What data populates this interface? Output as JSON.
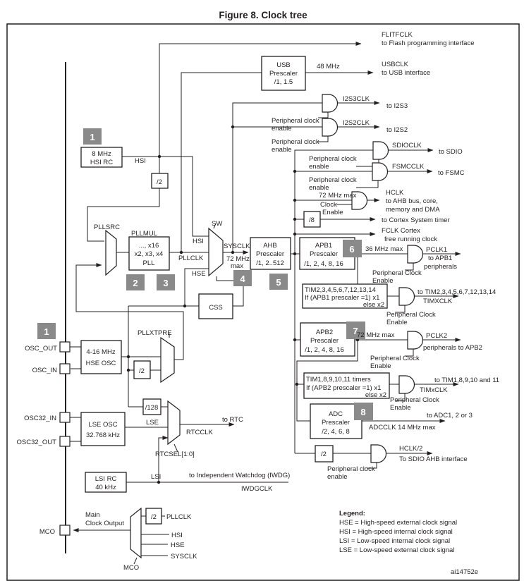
{
  "title": "Figure 8. Clock tree",
  "colors": {
    "badge_bg": "#8a8a8a",
    "badge_fg": "#ffffff",
    "line": "#231f20",
    "background": "#ffffff"
  },
  "badges": {
    "hsi": "1",
    "hse": "1",
    "n2": "2",
    "n3": "3",
    "n4": "4",
    "n5": "5",
    "n6": "6",
    "n7": "7",
    "n8": "8"
  },
  "boxes": {
    "hsi_rc": [
      "8 MHz",
      "HSI RC"
    ],
    "usb": [
      "USB",
      "Prescaler",
      "/1, 1.5"
    ],
    "pll": [
      "..., x16",
      "x2, x3, x4",
      "PLL"
    ],
    "ahb": [
      "AHB",
      "Prescaler",
      "/1, 2..512"
    ],
    "apb1": [
      "APB1",
      "Prescaler",
      "/1, 2, 4, 8, 16"
    ],
    "apb2": [
      "APB2",
      "Prescaler",
      "/1, 2, 4, 8, 16"
    ],
    "tim2": [
      "TIM2,3,4,5,6,7,12,13,14",
      "If (APB1 prescaler =1) x1",
      "else  x2"
    ],
    "tim1": [
      "TIM1,8,9,10,11 timers",
      "If (APB2 prescaler =1) x1",
      "else x2"
    ],
    "adc": [
      "ADC",
      "Prescaler",
      "/2, 4, 6, 8"
    ],
    "hse_osc": [
      "4-16 MHz",
      "HSE OSC"
    ],
    "lse_osc": [
      "LSE OSC",
      "32.768 kHz"
    ],
    "lsi_rc": [
      "LSI RC",
      "40 kHz"
    ],
    "css": "CSS",
    "div2": "/2",
    "div8": "/8",
    "div128": "/128"
  },
  "labels": {
    "flitfclk": "FLITFCLK",
    "flitfclk_to": "to Flash programming interface",
    "mhz48": "48 MHz",
    "usbclk": "USBCLK",
    "usbclk_to": "to USB interface",
    "i2s3clk": "I2S3CLK",
    "to_i2s3": "to I2S3",
    "i2s2clk": "I2S2CLK",
    "to_i2s2": "to I2S2",
    "periph_clock": "Peripheral clock",
    "enable_lc": "enable",
    "periph_clock_uc": "Peripheral Clock",
    "enable_uc": "Enable",
    "clock": "Clock",
    "sdioclk": "SDIOCLK",
    "to_sdio": "to SDIO",
    "fsmcclk": "FSMCCLK",
    "to_fsmc": "to FSMC",
    "mhz72max": "72 MHz max",
    "hclk": "HCLK",
    "hclk_to1": "to AHB bus, core,",
    "hclk_to2": "memory and DMA",
    "cortex_timer": "to Cortex System timer",
    "fclk1": "FCLK Cortex",
    "fclk2": "free running clock",
    "mhz36max": "36 MHz max",
    "pclk1": "PCLK1",
    "to_apb1": "to APB1",
    "peripherals": "peripherals",
    "to_tim2": "to TIM2,3,4,5,6,7,12,13,14",
    "timxclk_u": "TIMXCLK",
    "pclk2": "PCLK2",
    "periph_apb2": "peripherals to APB2",
    "to_tim1": "to TIM1,8,9,10 and 11",
    "timxclk_l": "TIMxCLK",
    "to_adc": "to ADC1, 2 or 3",
    "adcclk": "ADCCLK 14 MHz max",
    "hclk_div2": "HCLK/2",
    "sdio_ahb": "To SDIO AHB interface",
    "hsi": "HSI",
    "hse": "HSE",
    "lsi": "LSI",
    "lse": "LSE",
    "pllclk": "PLLCLK",
    "sysclk": "SYSCLK",
    "pllsrc": "PLLSRC",
    "pllmul": "PLLMUL",
    "sw": "SW",
    "mhz72": "72 MHz",
    "max": "max",
    "pllxtpre": "PLLXTPRE",
    "osc_out": "OSC_OUT",
    "osc_in": "OSC_IN",
    "osc32_in": "OSC32_IN",
    "osc32_out": "OSC32_OUT",
    "to_rtc": "to RTC",
    "rtcclk": "RTCCLK",
    "rtcsel": "RTCSEL[1:0]",
    "iwdg_to": "to Independent Watchdog (IWDG)",
    "iwdgclk": "IWDGCLK",
    "mco": "MCO",
    "main1": "Main",
    "main2": "Clock Output"
  },
  "legend": {
    "title": "Legend:",
    "items": [
      "HSE = High-speed external clock signal",
      "HSI = High-speed internal clock signal",
      "LSI = Low-speed internal clock signal",
      "LSE = Low-speed external clock signal"
    ]
  },
  "watermark": "ai14752e"
}
